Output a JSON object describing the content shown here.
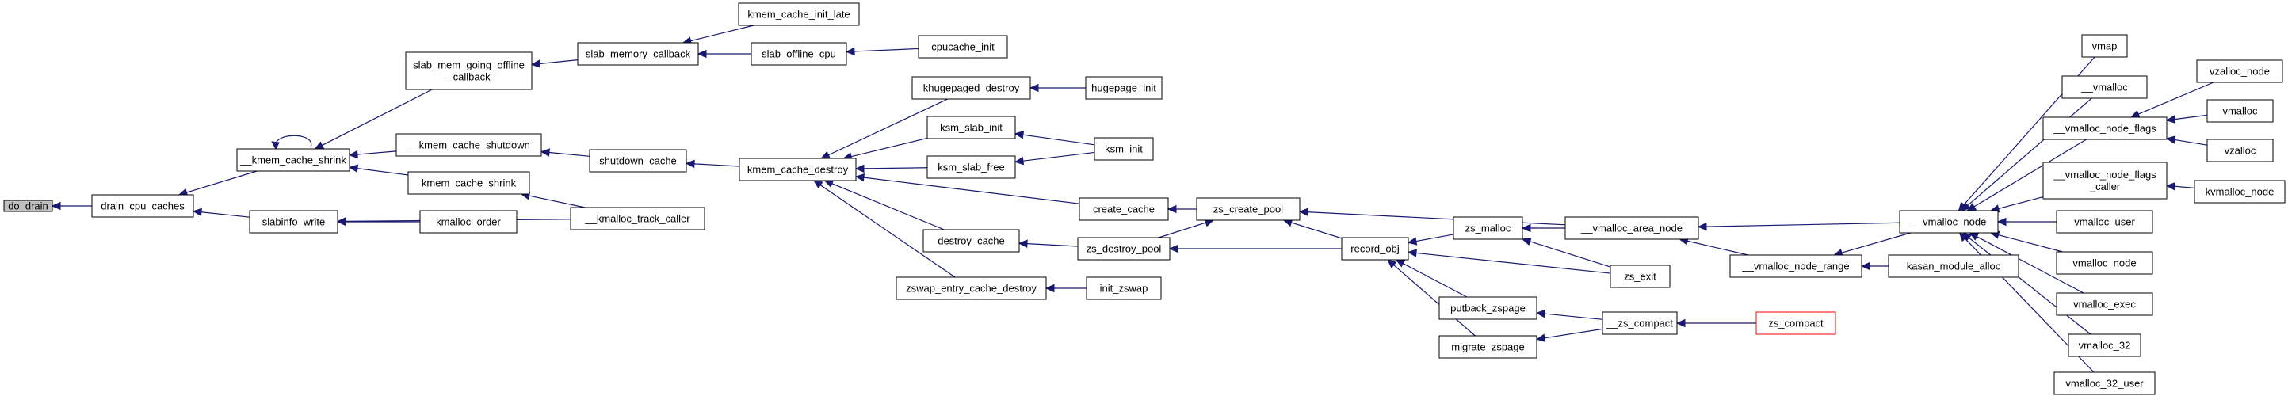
{
  "graph": {
    "edge_color": "#191970",
    "root_fill": "#bfbfbf",
    "highlight_stroke": "#ff0000",
    "nodes": [
      {
        "id": "do_drain",
        "lines": [
          "do_drain"
        ],
        "root": true
      },
      {
        "id": "drain_cpu_caches",
        "lines": [
          "drain_cpu_caches"
        ]
      },
      {
        "id": "kmem_cache_shrink_u",
        "lines": [
          "__kmem_cache_shrink"
        ]
      },
      {
        "id": "slabinfo_write",
        "lines": [
          "slabinfo_write"
        ]
      },
      {
        "id": "slab_mem_going_offline_callback",
        "lines": [
          "slab_mem_going_offline",
          "_callback"
        ]
      },
      {
        "id": "kmem_cache_shutdown_u",
        "lines": [
          "__kmem_cache_shutdown"
        ]
      },
      {
        "id": "kmem_cache_shrink",
        "lines": [
          "kmem_cache_shrink"
        ]
      },
      {
        "id": "kmalloc_order",
        "lines": [
          "kmalloc_order"
        ]
      },
      {
        "id": "kmalloc_track_caller",
        "lines": [
          "__kmalloc_track_caller"
        ]
      },
      {
        "id": "slab_memory_callback",
        "lines": [
          "slab_memory_callback"
        ]
      },
      {
        "id": "shutdown_cache",
        "lines": [
          "shutdown_cache"
        ]
      },
      {
        "id": "kmem_cache_init_late",
        "lines": [
          "kmem_cache_init_late"
        ]
      },
      {
        "id": "slab_offline_cpu",
        "lines": [
          "slab_offline_cpu"
        ]
      },
      {
        "id": "cpucache_init",
        "lines": [
          "cpucache_init"
        ]
      },
      {
        "id": "kmem_cache_destroy",
        "lines": [
          "kmem_cache_destroy"
        ]
      },
      {
        "id": "khugepaged_destroy",
        "lines": [
          "khugepaged_destroy"
        ]
      },
      {
        "id": "ksm_slab_init",
        "lines": [
          "ksm_slab_init"
        ]
      },
      {
        "id": "ksm_slab_free",
        "lines": [
          "ksm_slab_free"
        ]
      },
      {
        "id": "create_cache",
        "lines": [
          "create_cache"
        ]
      },
      {
        "id": "destroy_cache",
        "lines": [
          "destroy_cache"
        ]
      },
      {
        "id": "zswap_entry_cache_destroy",
        "lines": [
          "zswap_entry_cache_destroy"
        ]
      },
      {
        "id": "hugepage_init",
        "lines": [
          "hugepage_init"
        ]
      },
      {
        "id": "ksm_init",
        "lines": [
          "ksm_init"
        ]
      },
      {
        "id": "init_zswap",
        "lines": [
          "init_zswap"
        ]
      },
      {
        "id": "zs_create_pool",
        "lines": [
          "zs_create_pool"
        ]
      },
      {
        "id": "zs_destroy_pool",
        "lines": [
          "zs_destroy_pool"
        ]
      },
      {
        "id": "record_obj",
        "lines": [
          "record_obj"
        ]
      },
      {
        "id": "zs_malloc",
        "lines": [
          "zs_malloc"
        ]
      },
      {
        "id": "zs_exit",
        "lines": [
          "zs_exit"
        ]
      },
      {
        "id": "putback_zspage",
        "lines": [
          "putback_zspage"
        ]
      },
      {
        "id": "migrate_zspage",
        "lines": [
          "migrate_zspage"
        ]
      },
      {
        "id": "zs_compact_u",
        "lines": [
          "__zs_compact"
        ]
      },
      {
        "id": "zs_compact",
        "lines": [
          "zs_compact"
        ],
        "highlight": true
      },
      {
        "id": "vmalloc_area_node",
        "lines": [
          "__vmalloc_area_node"
        ]
      },
      {
        "id": "vmalloc_node_range",
        "lines": [
          "__vmalloc_node_range"
        ]
      },
      {
        "id": "kasan_module_alloc",
        "lines": [
          "kasan_module_alloc"
        ]
      },
      {
        "id": "vmalloc_node_u",
        "lines": [
          "__vmalloc_node"
        ]
      },
      {
        "id": "vmap",
        "lines": [
          "vmap"
        ]
      },
      {
        "id": "vmalloc_u",
        "lines": [
          "__vmalloc"
        ]
      },
      {
        "id": "vmalloc_node_flags",
        "lines": [
          "__vmalloc_node_flags"
        ]
      },
      {
        "id": "vmalloc_node_flags_caller",
        "lines": [
          "__vmalloc_node_flags",
          "_caller"
        ]
      },
      {
        "id": "vmalloc_user",
        "lines": [
          "vmalloc_user"
        ]
      },
      {
        "id": "vmalloc_node",
        "lines": [
          "vmalloc_node"
        ]
      },
      {
        "id": "vmalloc_exec",
        "lines": [
          "vmalloc_exec"
        ]
      },
      {
        "id": "vmalloc_32",
        "lines": [
          "vmalloc_32"
        ]
      },
      {
        "id": "vmalloc_32_user",
        "lines": [
          "vmalloc_32_user"
        ]
      },
      {
        "id": "vzalloc_node",
        "lines": [
          "vzalloc_node"
        ]
      },
      {
        "id": "vmalloc",
        "lines": [
          "vmalloc"
        ]
      },
      {
        "id": "vzalloc",
        "lines": [
          "vzalloc"
        ]
      },
      {
        "id": "kvmalloc_node",
        "lines": [
          "kvmalloc_node"
        ]
      }
    ],
    "edges": [
      [
        "drain_cpu_caches",
        "do_drain"
      ],
      [
        "kmem_cache_shrink_u",
        "drain_cpu_caches"
      ],
      [
        "slabinfo_write",
        "drain_cpu_caches"
      ],
      [
        "kmem_cache_shrink_u",
        "kmem_cache_shrink_u"
      ],
      [
        "slab_mem_going_offline_callback",
        "kmem_cache_shrink_u"
      ],
      [
        "kmem_cache_shutdown_u",
        "kmem_cache_shrink_u"
      ],
      [
        "kmem_cache_shrink",
        "kmem_cache_shrink_u"
      ],
      [
        "kmalloc_order",
        "slabinfo_write"
      ],
      [
        "kmalloc_track_caller",
        "slabinfo_write"
      ],
      [
        "kmalloc_track_caller",
        "kmem_cache_shrink"
      ],
      [
        "slab_memory_callback",
        "slab_mem_going_offline_callback"
      ],
      [
        "shutdown_cache",
        "kmem_cache_shutdown_u"
      ],
      [
        "kmem_cache_init_late",
        "slab_memory_callback"
      ],
      [
        "slab_offline_cpu",
        "slab_memory_callback"
      ],
      [
        "cpucache_init",
        "slab_offline_cpu"
      ],
      [
        "kmem_cache_destroy",
        "shutdown_cache"
      ],
      [
        "khugepaged_destroy",
        "kmem_cache_destroy"
      ],
      [
        "ksm_slab_init",
        "kmem_cache_destroy"
      ],
      [
        "ksm_slab_free",
        "kmem_cache_destroy"
      ],
      [
        "create_cache",
        "kmem_cache_destroy"
      ],
      [
        "destroy_cache",
        "kmem_cache_destroy"
      ],
      [
        "zswap_entry_cache_destroy",
        "kmem_cache_destroy"
      ],
      [
        "hugepage_init",
        "khugepaged_destroy"
      ],
      [
        "ksm_init",
        "ksm_slab_init"
      ],
      [
        "ksm_init",
        "ksm_slab_free"
      ],
      [
        "init_zswap",
        "zswap_entry_cache_destroy"
      ],
      [
        "zs_create_pool",
        "create_cache"
      ],
      [
        "zs_destroy_pool",
        "destroy_cache"
      ],
      [
        "zs_destroy_pool",
        "zs_create_pool"
      ],
      [
        "record_obj",
        "zs_create_pool"
      ],
      [
        "record_obj",
        "zs_destroy_pool"
      ],
      [
        "vmalloc_area_node",
        "zs_create_pool"
      ],
      [
        "zs_malloc",
        "record_obj"
      ],
      [
        "zs_exit",
        "record_obj"
      ],
      [
        "putback_zspage",
        "record_obj"
      ],
      [
        "migrate_zspage",
        "record_obj"
      ],
      [
        "vmalloc_area_node",
        "zs_malloc"
      ],
      [
        "zs_exit",
        "zs_malloc"
      ],
      [
        "zs_compact_u",
        "putback_zspage"
      ],
      [
        "zs_compact_u",
        "migrate_zspage"
      ],
      [
        "zs_compact",
        "zs_compact_u"
      ],
      [
        "vmalloc_node_range",
        "vmalloc_area_node"
      ],
      [
        "vmalloc_node_u",
        "vmalloc_area_node"
      ],
      [
        "kasan_module_alloc",
        "vmalloc_node_range"
      ],
      [
        "vmalloc_node_u",
        "vmalloc_node_range"
      ],
      [
        "vmap",
        "vmalloc_node_u"
      ],
      [
        "vmalloc_u",
        "vmalloc_node_u"
      ],
      [
        "vmalloc_node_flags",
        "vmalloc_node_u"
      ],
      [
        "vmalloc_node_flags_caller",
        "vmalloc_node_u"
      ],
      [
        "vmalloc_user",
        "vmalloc_node_u"
      ],
      [
        "vmalloc_node",
        "vmalloc_node_u"
      ],
      [
        "vmalloc_exec",
        "vmalloc_node_u"
      ],
      [
        "vmalloc_32",
        "vmalloc_node_u"
      ],
      [
        "vmalloc_32_user",
        "vmalloc_node_u"
      ],
      [
        "vzalloc_node",
        "vmalloc_node_flags"
      ],
      [
        "vmalloc",
        "vmalloc_node_flags"
      ],
      [
        "vzalloc",
        "vmalloc_node_flags"
      ],
      [
        "kvmalloc_node",
        "vmalloc_node_flags_caller"
      ]
    ]
  }
}
